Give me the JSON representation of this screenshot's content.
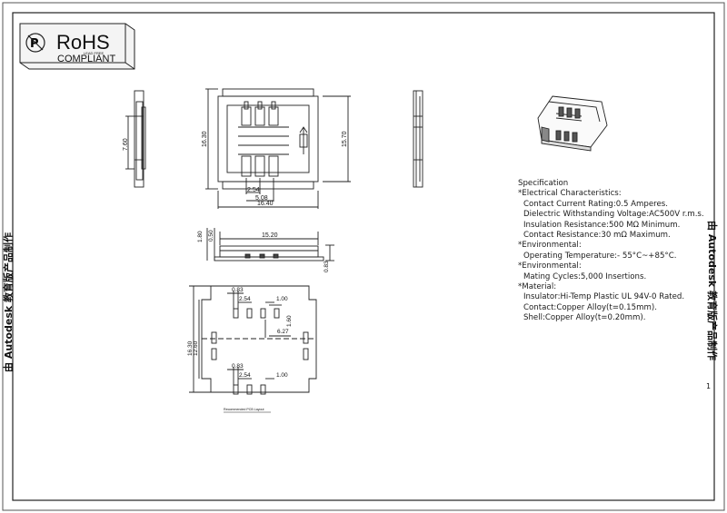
{
  "rohs": {
    "title": "RoHS",
    "subtitle": "COMPLIANT",
    "small": "LEAD FREE"
  },
  "watermark": {
    "text": "由 Autodesk 教育版产品制作",
    "right_mark": "1"
  },
  "dims": {
    "side_760": "7.60",
    "top_1630": "16.30",
    "top_1570": "15.70",
    "top_254": "2.54",
    "top_508": "5.08",
    "top_1640": "16.40",
    "front_180": "1.80",
    "front_050": "0.50",
    "front_1520": "15.20",
    "front_083": "0.83",
    "pcb_083a": "0.83",
    "pcb_254a": "2.54",
    "pcb_100a": "1.00",
    "pcb_160": "1.60",
    "pcb_627": "6.27",
    "pcb_1630": "16.30",
    "pcb_1260": "12.60",
    "pcb_083b": "0.83",
    "pcb_254b": "2.54",
    "pcb_100b": "1.00",
    "pcb_label": "Recommended PCB Layout"
  },
  "spec": {
    "heading": "Specification",
    "electrical": "*Electrical Characteristics:",
    "current": "Contact Current Rating:0.5 Amperes.",
    "dielectric": "Dielectric Withstanding Voltage:AC500V r.m.s.",
    "insulation": "Insulation Resistance:500 MΩ Minimum.",
    "contact_res": "Contact Resistance:30 mΩ Maximum.",
    "env1": "*Environmental:",
    "temp": "Operating Temperature:- 55°C~+85°C.",
    "env2": "*Environmental:",
    "mating": "Mating Cycles:5,000 Insertions.",
    "material": "*Material:",
    "insulator": "Insulator:Hi-Temp Plastic UL 94V-0 Rated.",
    "contact_mat": "Contact:Copper Alloy(t=0.15mm).",
    "shell": "Shell:Copper Alloy(t=0.20mm)."
  }
}
